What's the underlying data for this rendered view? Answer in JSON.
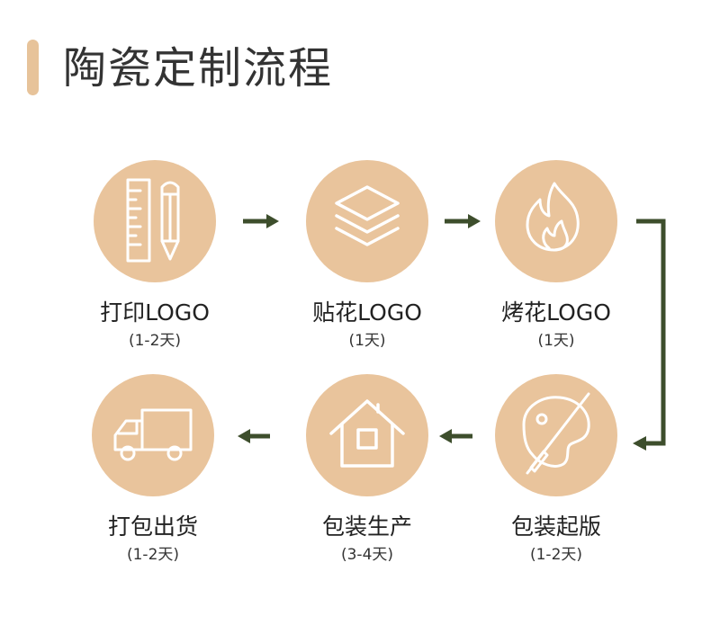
{
  "title": "陶瓷定制流程",
  "colors": {
    "accent": "#e7c39a",
    "circle": "#e9c49c",
    "arrow": "#3d4e2c",
    "icon": "#ffffff"
  },
  "steps": [
    {
      "label": "打印LOGO",
      "duration": "(1-2天)",
      "icon": "ruler-pencil-icon"
    },
    {
      "label": "贴花LOGO",
      "duration": "(1天)",
      "icon": "layers-icon"
    },
    {
      "label": "烤花LOGO",
      "duration": "(1天)",
      "icon": "flame-icon"
    },
    {
      "label": "包装起版",
      "duration": "(1-2天)",
      "icon": "palette-brush-icon"
    },
    {
      "label": "包装生产",
      "duration": "(3-4天)",
      "icon": "house-icon"
    },
    {
      "label": "打包出货",
      "duration": "(1-2天)",
      "icon": "delivery-truck-icon"
    }
  ]
}
